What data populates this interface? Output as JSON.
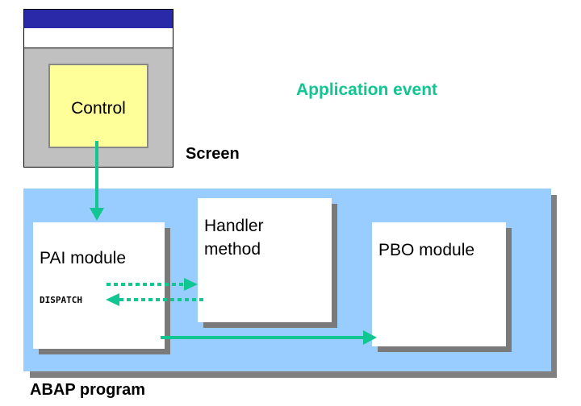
{
  "screen": {
    "control_label": "Control",
    "screen_label": "Screen"
  },
  "event": {
    "label": "Application event"
  },
  "program": {
    "label": "ABAP program",
    "pai_label": "PAI module",
    "dispatch_label": "DISPATCH",
    "handler_label_line1": "Handler",
    "handler_label_line2": "method",
    "pbo_label": "PBO module"
  },
  "colors": {
    "arrow": "#11c690",
    "program_bg": "#99ccff",
    "control_bg": "#ffff99",
    "titlebar": "#2a2aa8"
  }
}
